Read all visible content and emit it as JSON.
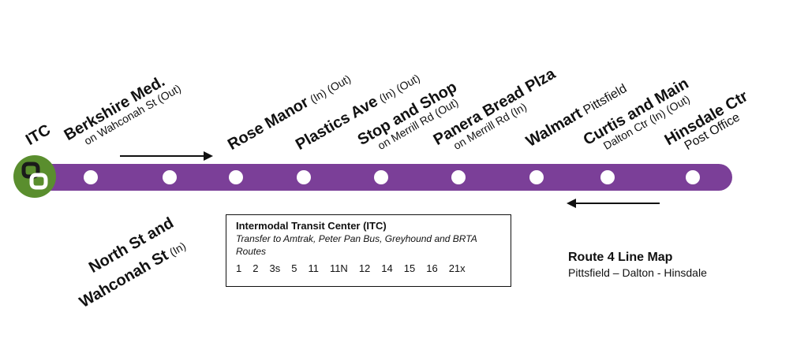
{
  "colors": {
    "route": "#7b3f98",
    "logo_green": "#5a8e2e"
  },
  "stops": [
    {
      "id": "itc",
      "name": "ITC"
    },
    {
      "id": "berkshire",
      "name": "Berkshire Med.",
      "sub": "on Wahconah St (Out)"
    },
    {
      "id": "rose",
      "name": "Rose Manor",
      "note": "(In) (Out)"
    },
    {
      "id": "plastics",
      "name": "Plastics Ave",
      "note": "(In) (Out)"
    },
    {
      "id": "stop-shop",
      "name": "Stop and Shop",
      "sub": "on Merrill Rd (Out)"
    },
    {
      "id": "panera",
      "name": "Panera Bread Plza",
      "sub": "on Merrill Rd (In)"
    },
    {
      "id": "walmart",
      "name": "Walmart",
      "name2": "Pittsfield"
    },
    {
      "id": "curtis",
      "name": "Curtis and Main",
      "sub": "Dalton Ctr (In) (Out)"
    },
    {
      "id": "hinsdale",
      "name": "Hinsdale Ctr",
      "sub": "Post Office"
    }
  ],
  "north": {
    "line1": "North St and",
    "line2": "Wahconah St",
    "note": "(In)"
  },
  "itc_box": {
    "title": "Intermodal Transit Center (ITC)",
    "desc": "Transfer to Amtrak, Peter Pan Bus, Greyhound and BRTA Routes",
    "routes": [
      "1",
      "2",
      "3s",
      "5",
      "11",
      "11N",
      "12",
      "14",
      "15",
      "16",
      "21x"
    ]
  },
  "caption": {
    "title": "Route 4 Line Map",
    "subtitle": "Pittsfield – Dalton - Hinsdale"
  }
}
